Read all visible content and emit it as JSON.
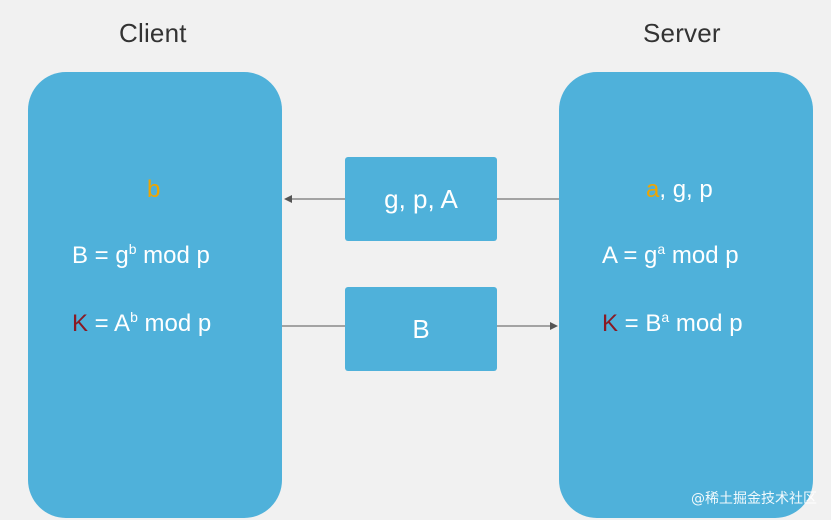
{
  "client": {
    "title": "Client",
    "secret": "b",
    "eq1": {
      "lhs": "B",
      "op": " = g",
      "exp": "b",
      "rest": " mod p"
    },
    "eq2": {
      "lhs": "K",
      "op": " = A",
      "exp": "b",
      "rest": " mod p"
    }
  },
  "server": {
    "title": "Server",
    "secret": "a",
    "secret_rest": ", g, p",
    "eq1": {
      "lhs": "A",
      "op": " = g",
      "exp": "a",
      "rest": " mod p"
    },
    "eq2": {
      "lhs": "K",
      "op": " = B",
      "exp": "a",
      "rest": " mod p"
    }
  },
  "messages": {
    "server_to_client": "g, p, A",
    "client_to_server": "B"
  },
  "watermark": "@稀土掘金技术社区",
  "colors": {
    "panel": "#4fb1da",
    "secret_highlight": "#f0a500",
    "key_highlight": "#8a1a24",
    "arrow": "#555555"
  }
}
